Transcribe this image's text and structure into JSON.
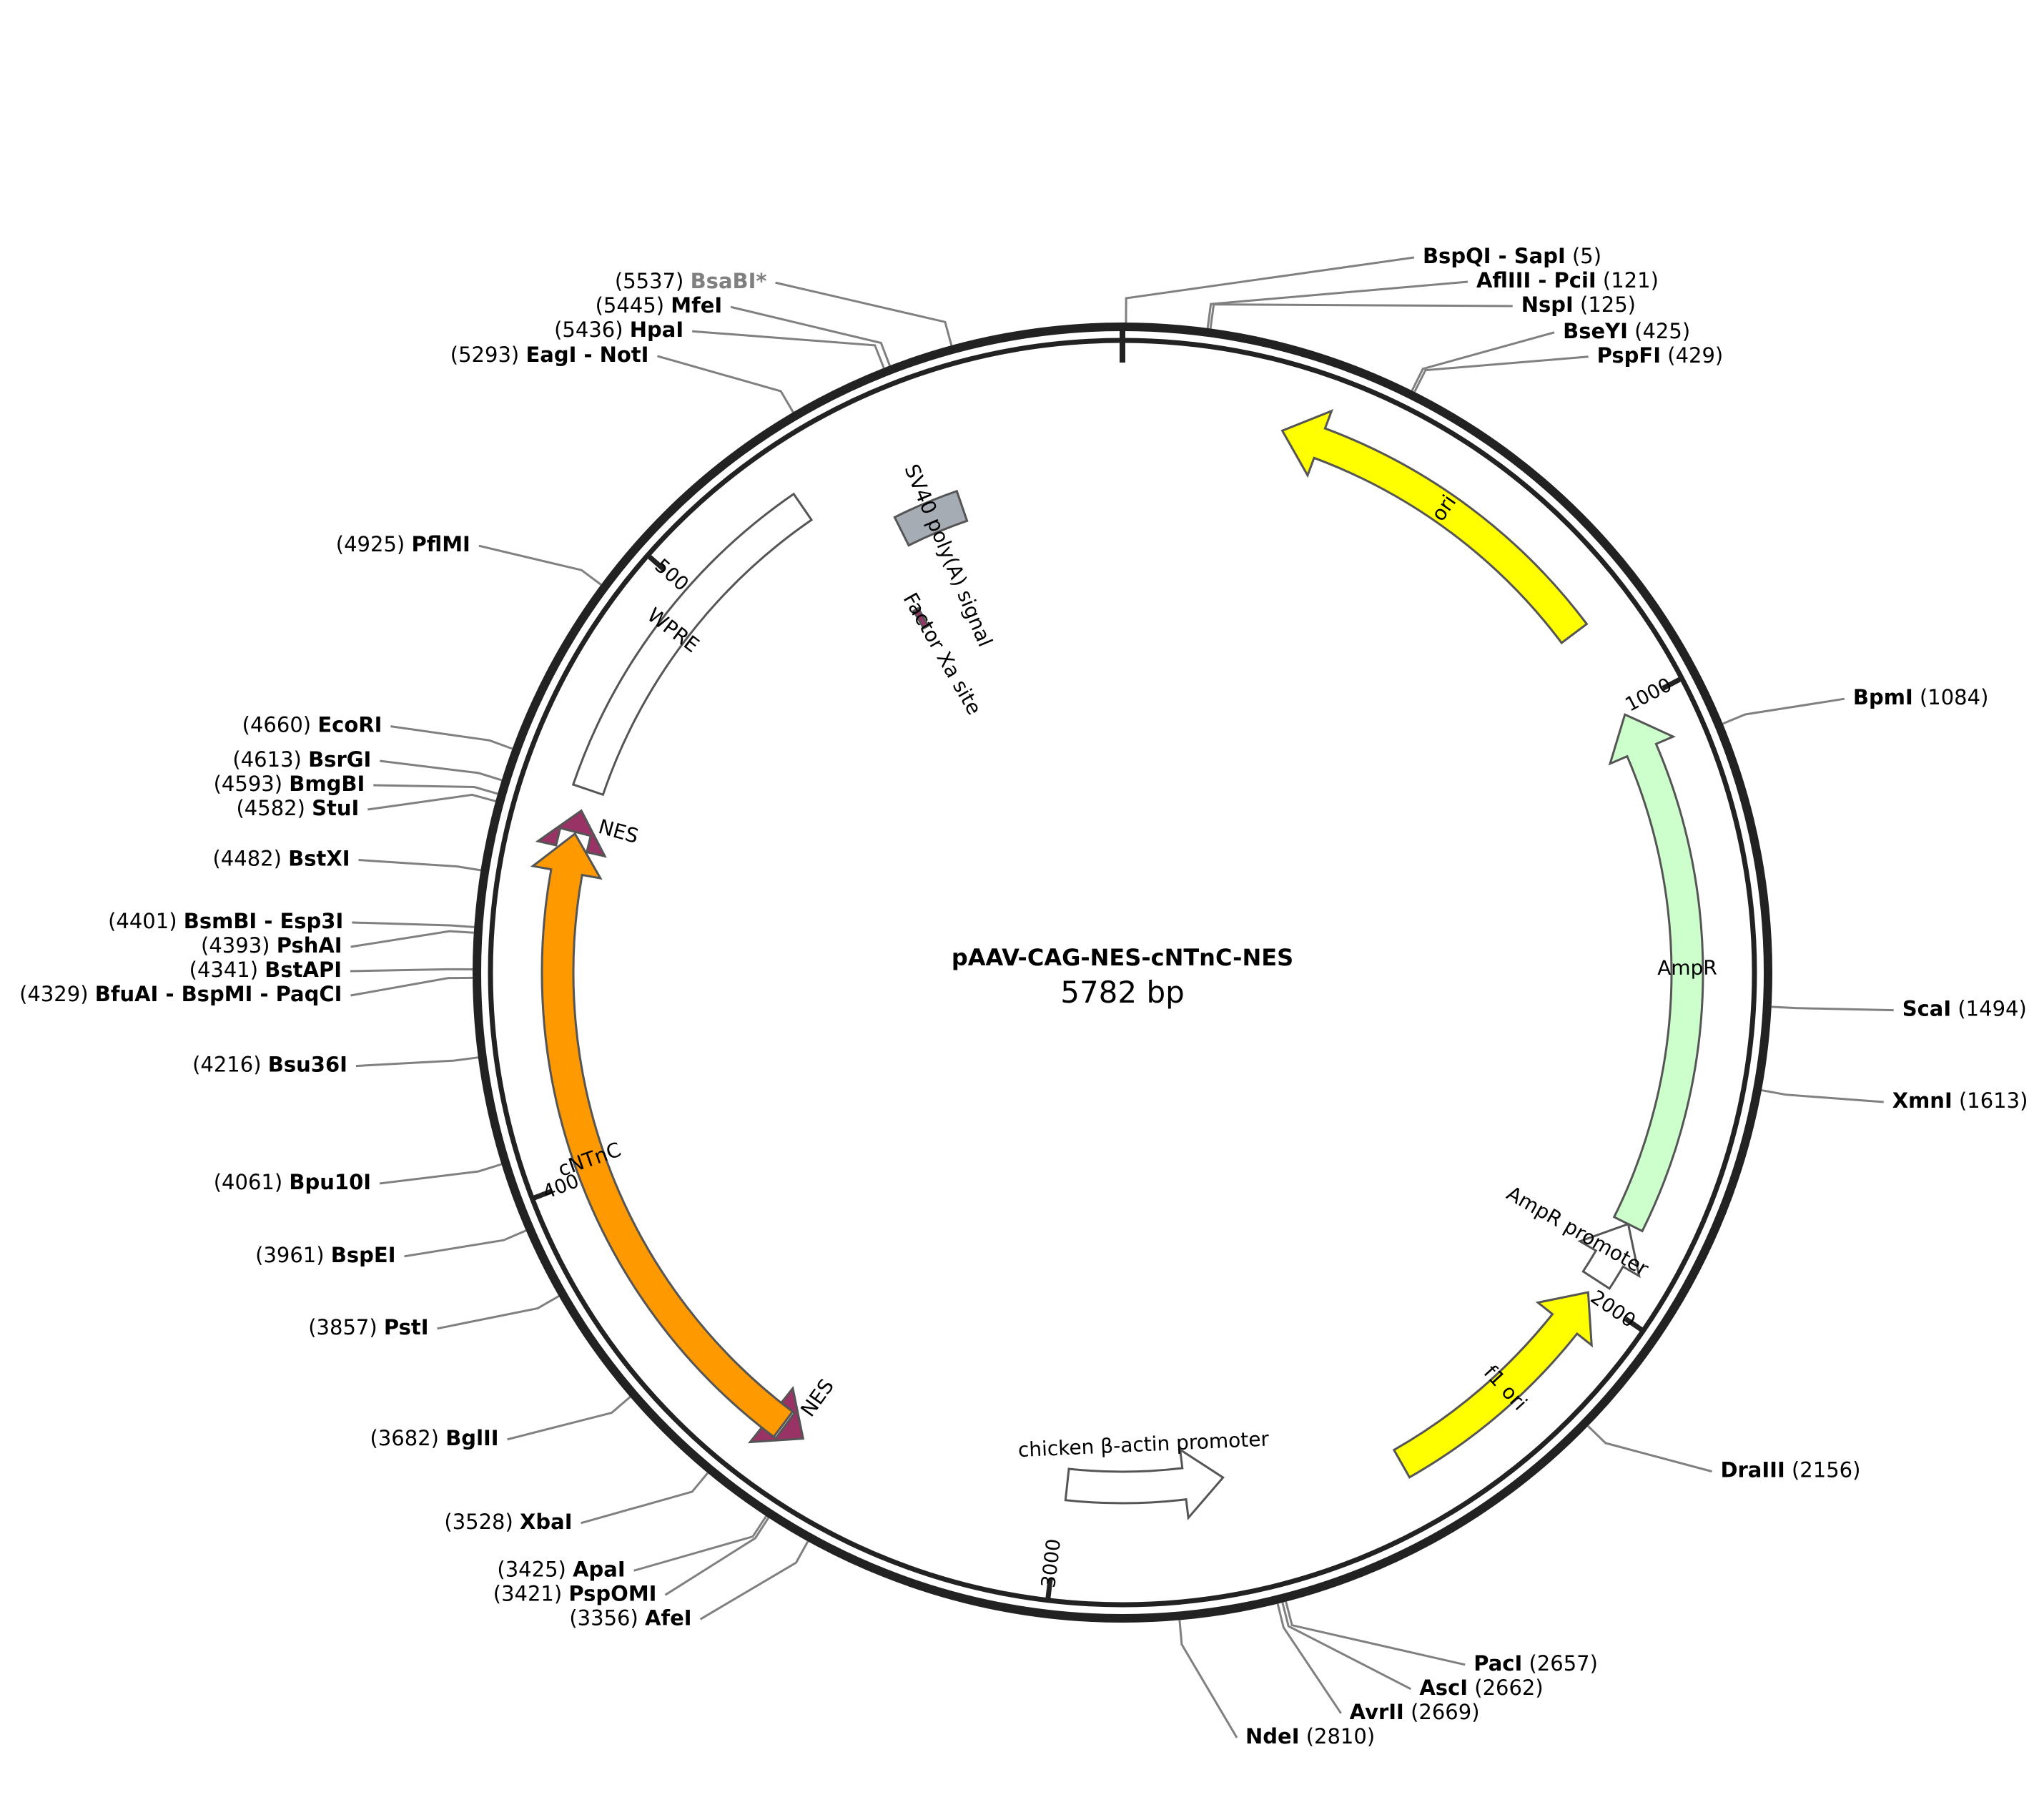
{
  "plasmid": {
    "name": "pAAV-CAG-NES-cNTnC-NES",
    "size_label": "5782 bp",
    "length": 5782
  },
  "ticks": [
    {
      "pos": 1000,
      "label": "1000"
    },
    {
      "pos": 2000,
      "label": "2000"
    },
    {
      "pos": 3000,
      "label": "3000"
    },
    {
      "pos": 4000,
      "label": "4000"
    },
    {
      "pos": 5000,
      "label": "5000"
    }
  ],
  "features": [
    {
      "name": "ori",
      "start": 853,
      "end": 264,
      "color": "#ffff00",
      "type": "arrow"
    },
    {
      "name": "AmpR",
      "start": 1870,
      "end": 1009,
      "color": "#ccffcc",
      "type": "arrow"
    },
    {
      "name": "AmpR promoter",
      "start": 1975,
      "end": 1870,
      "color": "#ffffff",
      "type": "arrow"
    },
    {
      "name": "f1 ori",
      "start": 2415,
      "end": 1999,
      "color": "#ffff00",
      "type": "arrow"
    },
    {
      "name": "chicken β-actin promoter",
      "start": 2990,
      "end": 2710,
      "color": "#ffffff",
      "type": "arrow"
    },
    {
      "name": "NES",
      "start": 3480,
      "end": 3444,
      "color": "#993366",
      "type": "arrow"
    },
    {
      "name": "cNTnC",
      "start": 3484,
      "end": 4565,
      "color": "#ff9900",
      "type": "arrow"
    },
    {
      "name": "NES",
      "start": 4568,
      "end": 4604,
      "color": "#993366",
      "type": "arrow"
    },
    {
      "name": "WPRE",
      "start": 4640,
      "end": 5228,
      "color": "#ffffff",
      "type": "box"
    },
    {
      "name": "SV40 poly(A) signal",
      "start": 5355,
      "end": 5477,
      "color": "#a6acb3",
      "type": "box"
    },
    {
      "name": "Factor Xa site",
      "start": 5300,
      "end": 5312,
      "color": "#993366",
      "type": "site"
    }
  ],
  "sites": [
    {
      "enzyme": "BspQI - SapI",
      "pos_label": "(5)",
      "pos": 5,
      "gray": false
    },
    {
      "enzyme": "AflIII - PciI",
      "pos_label": "(121)",
      "pos": 121,
      "gray": false
    },
    {
      "enzyme": "NspI",
      "pos_label": "(125)",
      "pos": 125,
      "gray": false
    },
    {
      "enzyme": "BseYI",
      "pos_label": "(425)",
      "pos": 425,
      "gray": false
    },
    {
      "enzyme": "PspFI",
      "pos_label": "(429)",
      "pos": 429,
      "gray": false
    },
    {
      "enzyme": "BpmI",
      "pos_label": "(1084)",
      "pos": 1084,
      "gray": false
    },
    {
      "enzyme": "ScaI",
      "pos_label": "(1494)",
      "pos": 1494,
      "gray": false
    },
    {
      "enzyme": "XmnI",
      "pos_label": "(1613)",
      "pos": 1613,
      "gray": false
    },
    {
      "enzyme": "DraIII",
      "pos_label": "(2156)",
      "pos": 2156,
      "gray": false
    },
    {
      "enzyme": "PacI",
      "pos_label": "(2657)",
      "pos": 2657,
      "gray": false
    },
    {
      "enzyme": "AscI",
      "pos_label": "(2662)",
      "pos": 2662,
      "gray": false
    },
    {
      "enzyme": "AvrII",
      "pos_label": "(2669)",
      "pos": 2669,
      "gray": false
    },
    {
      "enzyme": "NdeI",
      "pos_label": "(2810)",
      "pos": 2810,
      "gray": false
    },
    {
      "enzyme": "AfeI",
      "pos_label": "(3356)",
      "pos": 3356,
      "gray": false
    },
    {
      "enzyme": "PspOMI",
      "pos_label": "(3421)",
      "pos": 3421,
      "gray": false
    },
    {
      "enzyme": "ApaI",
      "pos_label": "(3425)",
      "pos": 3425,
      "gray": false
    },
    {
      "enzyme": "XbaI",
      "pos_label": "(3528)",
      "pos": 3528,
      "gray": false
    },
    {
      "enzyme": "BglII",
      "pos_label": "(3682)",
      "pos": 3682,
      "gray": false
    },
    {
      "enzyme": "PstI",
      "pos_label": "(3857)",
      "pos": 3857,
      "gray": false
    },
    {
      "enzyme": "BspEI",
      "pos_label": "(3961)",
      "pos": 3961,
      "gray": false
    },
    {
      "enzyme": "Bpu10I",
      "pos_label": "(4061)",
      "pos": 4061,
      "gray": false
    },
    {
      "enzyme": "Bsu36I",
      "pos_label": "(4216)",
      "pos": 4216,
      "gray": false
    },
    {
      "enzyme": "BfuAI - BspMI - PaqCI",
      "pos_label": "(4329)",
      "pos": 4329,
      "gray": false
    },
    {
      "enzyme": "BstAPI",
      "pos_label": "(4341)",
      "pos": 4341,
      "gray": false
    },
    {
      "enzyme": "PshAI",
      "pos_label": "(4393)",
      "pos": 4393,
      "gray": false
    },
    {
      "enzyme": "BsmBI - Esp3I",
      "pos_label": "(4401)",
      "pos": 4401,
      "gray": false
    },
    {
      "enzyme": "BstXI",
      "pos_label": "(4482)",
      "pos": 4482,
      "gray": false
    },
    {
      "enzyme": "StuI",
      "pos_label": "(4582)",
      "pos": 4582,
      "gray": false
    },
    {
      "enzyme": "BmgBI",
      "pos_label": "(4593)",
      "pos": 4593,
      "gray": false
    },
    {
      "enzyme": "BsrGI",
      "pos_label": "(4613)",
      "pos": 4613,
      "gray": false
    },
    {
      "enzyme": "EcoRI",
      "pos_label": "(4660)",
      "pos": 4660,
      "gray": false
    },
    {
      "enzyme": "PflMI",
      "pos_label": "(4925)",
      "pos": 4925,
      "gray": false
    },
    {
      "enzyme": "EagI - NotI",
      "pos_label": "(5293)",
      "pos": 5293,
      "gray": false
    },
    {
      "enzyme": "HpaI",
      "pos_label": "(5436)",
      "pos": 5436,
      "gray": false
    },
    {
      "enzyme": "MfeI",
      "pos_label": "(5445)",
      "pos": 5445,
      "gray": false
    },
    {
      "enzyme": "BsaBI*",
      "pos_label": "(5537)",
      "pos": 5537,
      "gray": true
    }
  ],
  "colors": {
    "backbone": "#222222",
    "leader": "#808080",
    "feature_stroke": "#555555"
  }
}
